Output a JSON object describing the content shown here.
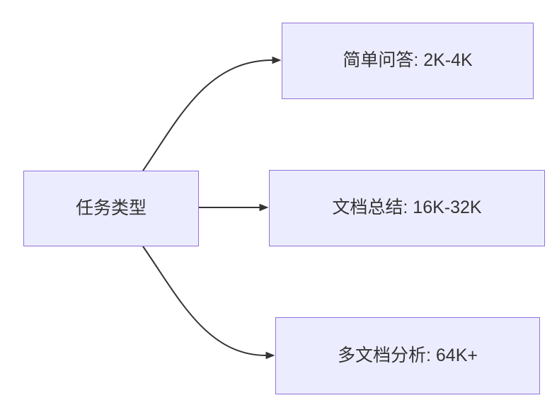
{
  "diagram": {
    "type": "flowchart",
    "direction": "left-to-right",
    "root_node": {
      "id": "task-type",
      "label": "任务类型"
    },
    "branch_nodes": [
      {
        "id": "simple-qa",
        "label": "简单问答: 2K-4K"
      },
      {
        "id": "doc-summary",
        "label": "文档总结: 16K-32K"
      },
      {
        "id": "multi-doc",
        "label": "多文档分析: 64K+"
      }
    ],
    "edges": [
      {
        "from": "task-type",
        "to": "simple-qa",
        "style": "curved-up"
      },
      {
        "from": "task-type",
        "to": "doc-summary",
        "style": "straight"
      },
      {
        "from": "task-type",
        "to": "multi-doc",
        "style": "curved-down"
      }
    ],
    "colors": {
      "node_fill": "#ECECFF",
      "node_border": "#9370DB",
      "edge": "#333333",
      "text": "#333333",
      "background": "#FFFFFF"
    }
  }
}
